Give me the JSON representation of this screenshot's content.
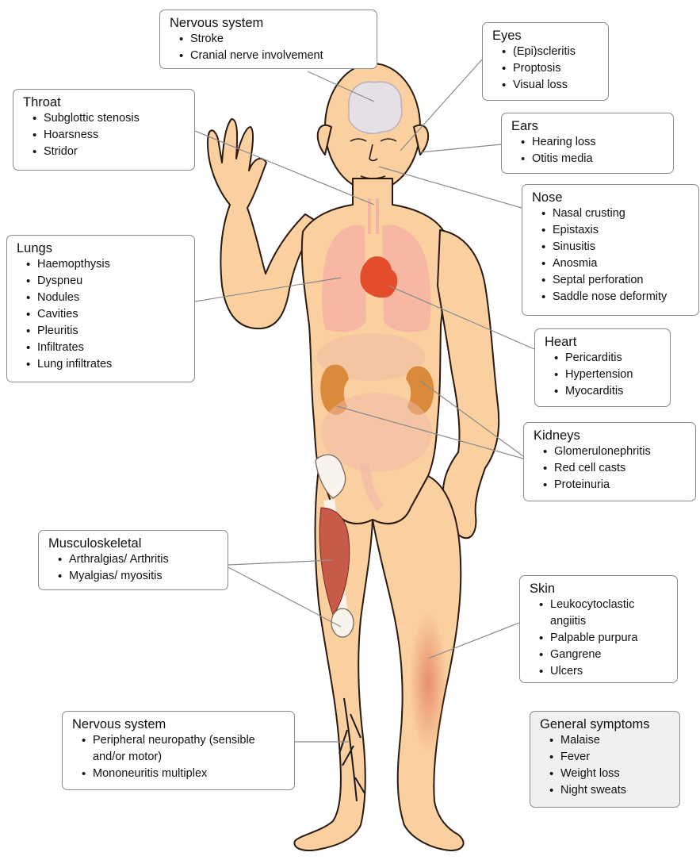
{
  "callouts": {
    "nervous_head": {
      "title": "Nervous system",
      "items": [
        "Stroke",
        "Cranial nerve involvement"
      ]
    },
    "eyes": {
      "title": "Eyes",
      "items": [
        "(Epi)scleritis",
        "Proptosis",
        "Visual loss"
      ]
    },
    "throat": {
      "title": "Throat",
      "items": [
        "Subglottic stenosis",
        "Hoarsness",
        "Stridor"
      ]
    },
    "ears": {
      "title": "Ears",
      "items": [
        "Hearing loss",
        "Otitis media"
      ]
    },
    "nose": {
      "title": "Nose",
      "items": [
        "Nasal crusting",
        "Epistaxis",
        "Sinusitis",
        "Anosmia",
        "Septal perforation",
        "Saddle nose deformity"
      ]
    },
    "lungs": {
      "title": "Lungs",
      "items": [
        "Haemopthysis",
        "Dyspneu",
        "Nodules",
        "Cavities",
        "Pleuritis",
        "Infiltrates",
        "Lung infiltrates"
      ]
    },
    "heart": {
      "title": "Heart",
      "items": [
        "Pericarditis",
        "Hypertension",
        "Myocarditis"
      ]
    },
    "kidneys": {
      "title": "Kidneys",
      "items": [
        "Glomerulonephritis",
        "Red cell casts",
        "Proteinuria"
      ]
    },
    "musculoskeletal": {
      "title": "Musculoskeletal",
      "items": [
        "Arthralgias/ Arthritis",
        "Myalgias/ myositis"
      ]
    },
    "skin": {
      "title": "Skin",
      "items": [
        "Leukocytoclastic angiitis",
        "Palpable purpura",
        "Gangrene",
        "Ulcers"
      ]
    },
    "nervous_leg": {
      "title": "Nervous system",
      "items": [
        "Peripheral neuropathy (sensible and/or motor)",
        "Mononeuritis multiplex"
      ]
    },
    "general": {
      "title": "General symptoms",
      "items": [
        "Malaise",
        "Fever",
        "Weight loss",
        "Night sweats"
      ]
    }
  },
  "colors": {
    "skin": "#fbd0a0",
    "outline": "#2a1a10",
    "lungs": "#f4b3a3",
    "heart": "#e34d2c",
    "kidneys": "#d98a3a",
    "brain": "#e6dfe6",
    "muscle": "#c85a4a",
    "purpura": "#e07a5a",
    "leader_line": "#8a8a8a",
    "general_box": "#f0f0ee"
  }
}
